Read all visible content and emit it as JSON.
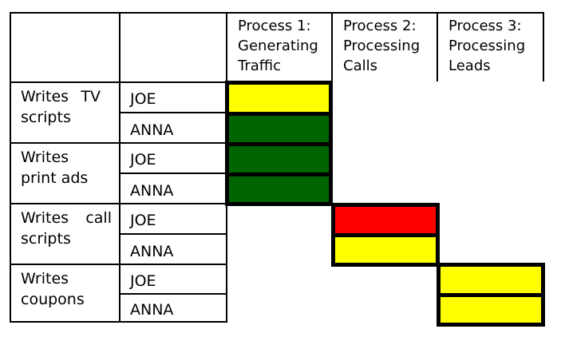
{
  "headers": [
    {
      "label": "Process 1:\nGenerating\nTraffic"
    },
    {
      "label": "Process 2:\nProcessing\nCalls"
    },
    {
      "label": "Process 3:\nProcessing\nLeads"
    }
  ],
  "tasks": [
    {
      "line1": [
        "Writes",
        "TV"
      ],
      "line2": "scripts"
    },
    {
      "line1": [
        "Writes",
        ""
      ],
      "line2": "print ads"
    },
    {
      "line1": [
        "Writes",
        "call"
      ],
      "line2": "scripts"
    },
    {
      "line1": [
        "Writes",
        ""
      ],
      "line2": "coupons"
    }
  ],
  "people": [
    "JOE",
    "ANNA",
    "JOE",
    "ANNA",
    "JOE",
    "ANNA",
    "JOE",
    "ANNA"
  ],
  "assignments": [
    {
      "task": "Writes TV scripts",
      "person": "JOE",
      "process": "Process 1",
      "status": "yellow"
    },
    {
      "task": "Writes TV scripts",
      "person": "ANNA",
      "process": "Process 1",
      "status": "green"
    },
    {
      "task": "Writes print ads",
      "person": "JOE",
      "process": "Process 1",
      "status": "green"
    },
    {
      "task": "Writes print ads",
      "person": "ANNA",
      "process": "Process 1",
      "status": "green"
    },
    {
      "task": "Writes call scripts",
      "person": "JOE",
      "process": "Process 2",
      "status": "red"
    },
    {
      "task": "Writes call scripts",
      "person": "ANNA",
      "process": "Process 2",
      "status": "yellow"
    },
    {
      "task": "Writes coupons",
      "person": "JOE",
      "process": "Process 3",
      "status": "yellow"
    },
    {
      "task": "Writes coupons",
      "person": "ANNA",
      "process": "Process 3",
      "status": "yellow"
    }
  ],
  "colors": {
    "yellow": "#ffff00",
    "green": "#006400",
    "red": "#ff0000",
    "border": "#000000"
  }
}
